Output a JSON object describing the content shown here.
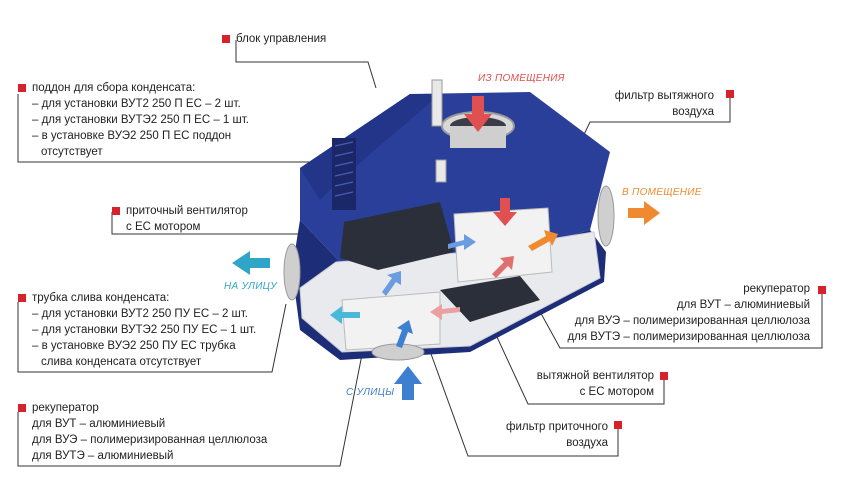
{
  "colors": {
    "housing": "#2a3f9a",
    "housing_dark": "#1d2d78",
    "marker": "#d7222c",
    "arrow_red": "#e05050",
    "arrow_orange": "#f08a30",
    "arrow_blue": "#3f7fd0",
    "arrow_cyan": "#2fa6c8",
    "leader": "#333333"
  },
  "labels": {
    "control_block": "блок управления",
    "drain_pan": [
      "поддон для сбора конденсата:",
      "– для установки ВУТ2 250 П ЕС – 2 шт.",
      "– для установки ВУТЭ2 250 П ЕС – 1 шт.",
      "– в установке ВУЭ2 250 П ЕС поддон",
      "отсутствует"
    ],
    "supply_fan": [
      "приточный вентилятор",
      "с ЕС мотором"
    ],
    "drain_tube": [
      "трубка слива конденсата:",
      "– для установки ВУТ2 250 ПУ ЕС – 2 шт.",
      "– для установки ВУТЭ2 250 ПУ ЕС – 1 шт.",
      "– в установке ВУЭ2 250 ПУ ЕС трубка",
      "слива конденсата отсутствует"
    ],
    "recuperator_left": [
      "рекуператор",
      "для ВУТ – алюминиевый",
      "для ВУЭ – полимеризированная целлюлоза",
      "для ВУТЭ – алюминиевый"
    ],
    "exhaust_filter": [
      "фильтр вытяжного",
      "воздуха"
    ],
    "recuperator_right": [
      "рекуператор",
      "для ВУТ – алюминиевый",
      "для ВУЭ – полимеризированная целлюлоза",
      "для ВУТЭ – полимеризированная целлюлоза"
    ],
    "exhaust_fan": [
      "вытяжной вентилятор",
      "с ЕС мотором"
    ],
    "supply_filter": [
      "фильтр приточного",
      "воздуха"
    ]
  },
  "flows": {
    "from_room": "ИЗ ПОМЕЩЕНИЯ",
    "to_room": "В ПОМЕЩЕНИЕ",
    "to_street": "НА УЛИЦУ",
    "from_street": "С УЛИЦЫ"
  }
}
